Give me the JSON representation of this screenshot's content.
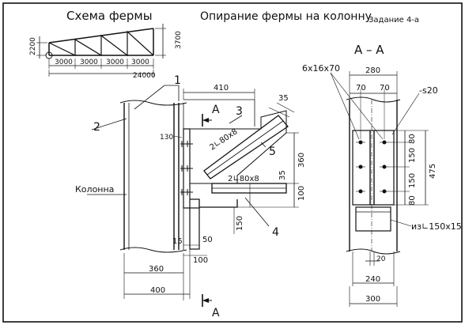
{
  "titles": {
    "truss_scheme": "Схема фермы",
    "support_title": "Опирание фермы на колонну",
    "task": "Задание 4-а",
    "section_title": "А – А"
  },
  "scheme": {
    "dim_left": "2200",
    "dim_right": "3700",
    "panels": [
      "3000",
      "3000",
      "3000",
      "3000"
    ],
    "dim_total": "24000"
  },
  "callouts": {
    "n1": "1",
    "n2": "2",
    "n3": "3",
    "n4": "4",
    "n5": "5"
  },
  "section_marks": {
    "top": "А",
    "bottom": "А"
  },
  "labels": {
    "column": "Колонна",
    "angle_upper": "2∟80х8",
    "angle_lower": "2∟80х8",
    "bolts": "6х16х70",
    "plate": "-s20",
    "support_angle": "из∟150х15"
  },
  "dims_elevation": {
    "d410": "410",
    "d35_top": "35",
    "d130": "130",
    "d360_right": "360",
    "d35_mid": "35",
    "d100_right": "100",
    "d150": "150",
    "d15": "15",
    "d50": "50",
    "d100_bottom": "100",
    "d360_bottom": "360",
    "d400": "400"
  },
  "dims_section": {
    "d280": "280",
    "d70a": "70",
    "d70b": "70",
    "d80_top": "80",
    "d150_a": "150",
    "d150_b": "150",
    "d80_bottom": "80",
    "d475": "475",
    "d20": "20",
    "d240": "240",
    "d300": "300"
  }
}
